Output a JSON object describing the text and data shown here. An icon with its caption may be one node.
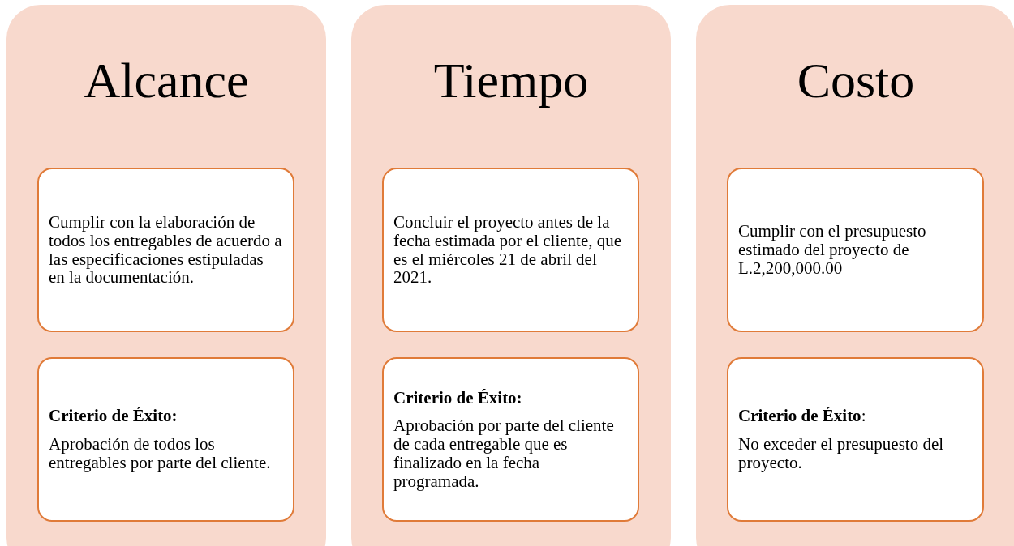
{
  "diagram": {
    "nodes": [
      {
        "text": [
          "Alcance"
        ]
      },
      {
        "text": [
          "Cumplir con la elaboración de todos los entregables de acuerdo a las especificaciones estipuladas en la documentación."
        ],
        "in": 0
      },
      {
        "text": [
          "**Criterio de Éxito:**",
          "Aprobación de todos los entregables por parte del cliente."
        ],
        "in": 0
      },
      {
        "text": [
          "Tiempo"
        ]
      },
      {
        "text": [
          "Concluir el proyecto antes de la fecha estimada por el cliente, que es el miércoles 21 de abril del 2021."
        ],
        "in": 3
      },
      {
        "text": [
          "**Criterio de Éxito:**",
          "Aprobación por parte del cliente de cada entregable que es finalizado en la fecha programada."
        ],
        "in": 3
      },
      {
        "text": [
          "Costo"
        ]
      },
      {
        "text": [
          "Cumplir con el presupuesto estimado del proyecto de L.2,200,000.00"
        ],
        "in": 6
      },
      {
        "text": [
          "**Criterio de Éxito**:",
          "No exceder el presupuesto del proyecto."
        ],
        "in": 6
      }
    ]
  }
}
